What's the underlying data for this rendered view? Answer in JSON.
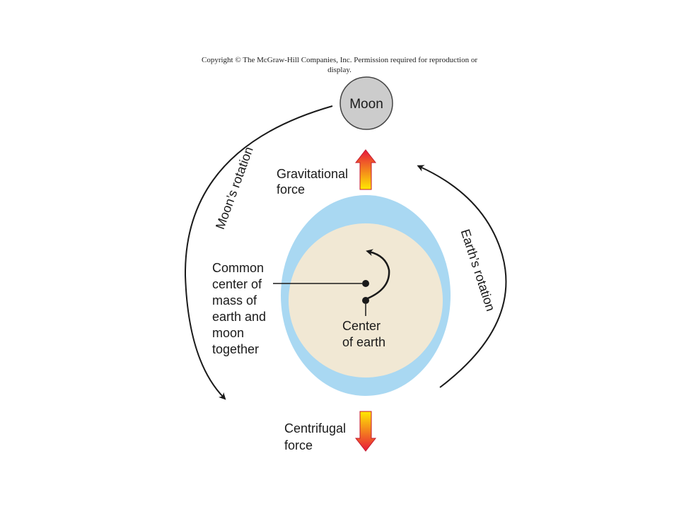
{
  "copyright": {
    "line1": "Copyright © The McGraw-Hill Companies, Inc. Permission required for reproduction or",
    "line2": "display."
  },
  "moon": {
    "label": "Moon",
    "fill": "#cccccc"
  },
  "labels": {
    "moon_rotation": "Moon’s rotation",
    "earth_rotation": "Earth’s rotation",
    "gravitational": [
      "Gravitational",
      "force"
    ],
    "centrifugal": [
      "Centrifugal",
      "force"
    ],
    "common_center": [
      "Common",
      "center of",
      "mass of",
      "earth and",
      "moon",
      "together"
    ],
    "center_of_earth": [
      "Center",
      "of earth"
    ]
  },
  "colors": {
    "ocean": "#a9d8f2",
    "earth": "#f1e8d4",
    "arrow_top": "#ffea00",
    "arrow_bottom": "#e8183c",
    "line": "#1a1a1a"
  }
}
